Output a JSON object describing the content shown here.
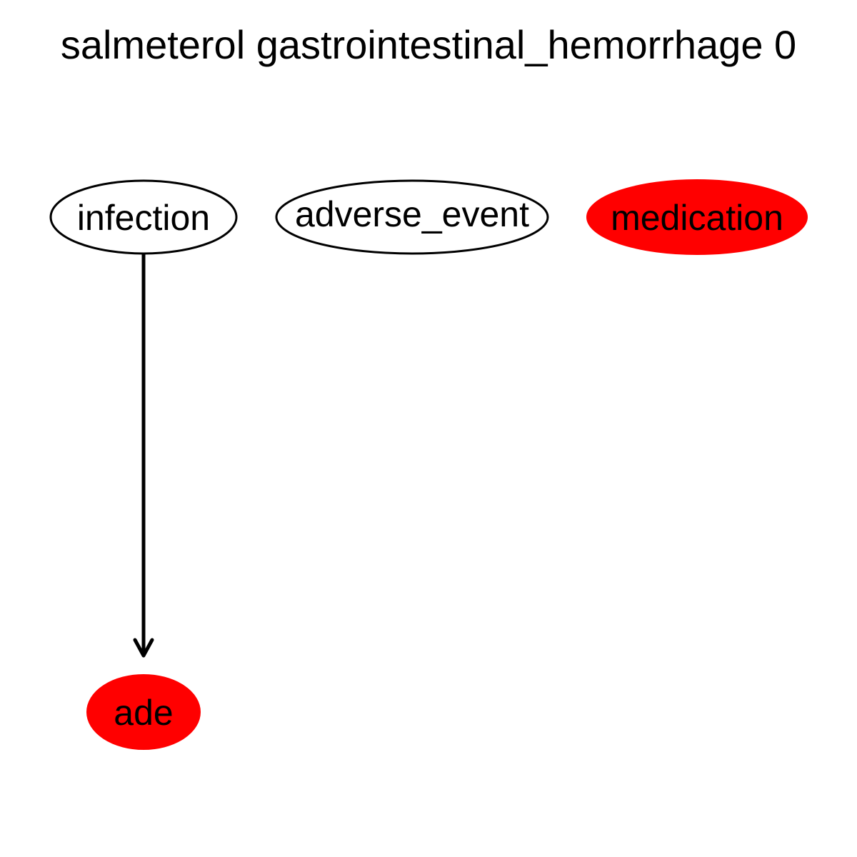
{
  "title": "salmeterol gastrointestinal_hemorrhage 0",
  "nodes": [
    {
      "id": "infection",
      "label": "infection",
      "fill": "#ffffff",
      "stroke": "#000000"
    },
    {
      "id": "adverse_event",
      "label": "adverse_event",
      "fill": "#ffffff",
      "stroke": "#000000"
    },
    {
      "id": "medication",
      "label": "medication",
      "fill": "#ff0000",
      "stroke": "#ff0000"
    },
    {
      "id": "ade",
      "label": "ade",
      "fill": "#ff0000",
      "stroke": "#ff0000"
    }
  ],
  "edges": [
    {
      "from": "infection",
      "to": "ade",
      "color": "#000000"
    }
  ]
}
